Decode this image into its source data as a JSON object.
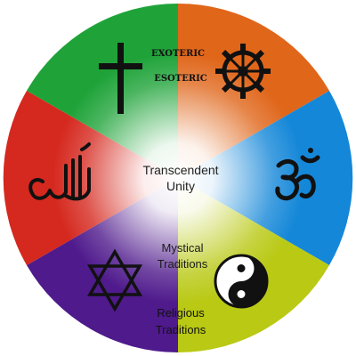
{
  "diagram": {
    "center_label_line1": "Transcendent",
    "center_label_line2": "Unity",
    "ring_label_outer": "EXOTERIC",
    "ring_label_inner": "ESOTERIC",
    "mystical_line1": "Mystical",
    "mystical_line2": "Traditions",
    "religious_line1": "Religious",
    "religious_line2": "Traditions"
  },
  "segments": [
    {
      "symbol": "cross-icon",
      "color": "#1fa339"
    },
    {
      "symbol": "dharma-wheel-icon",
      "color": "#e0661a"
    },
    {
      "symbol": "om-icon",
      "color": "#1487d8"
    },
    {
      "symbol": "yin-yang-icon",
      "color": "#b9c914"
    },
    {
      "symbol": "star-of-david-icon",
      "color": "#4f1a8c"
    },
    {
      "symbol": "allah-calligraphy-icon",
      "color": "#d5281e"
    }
  ]
}
